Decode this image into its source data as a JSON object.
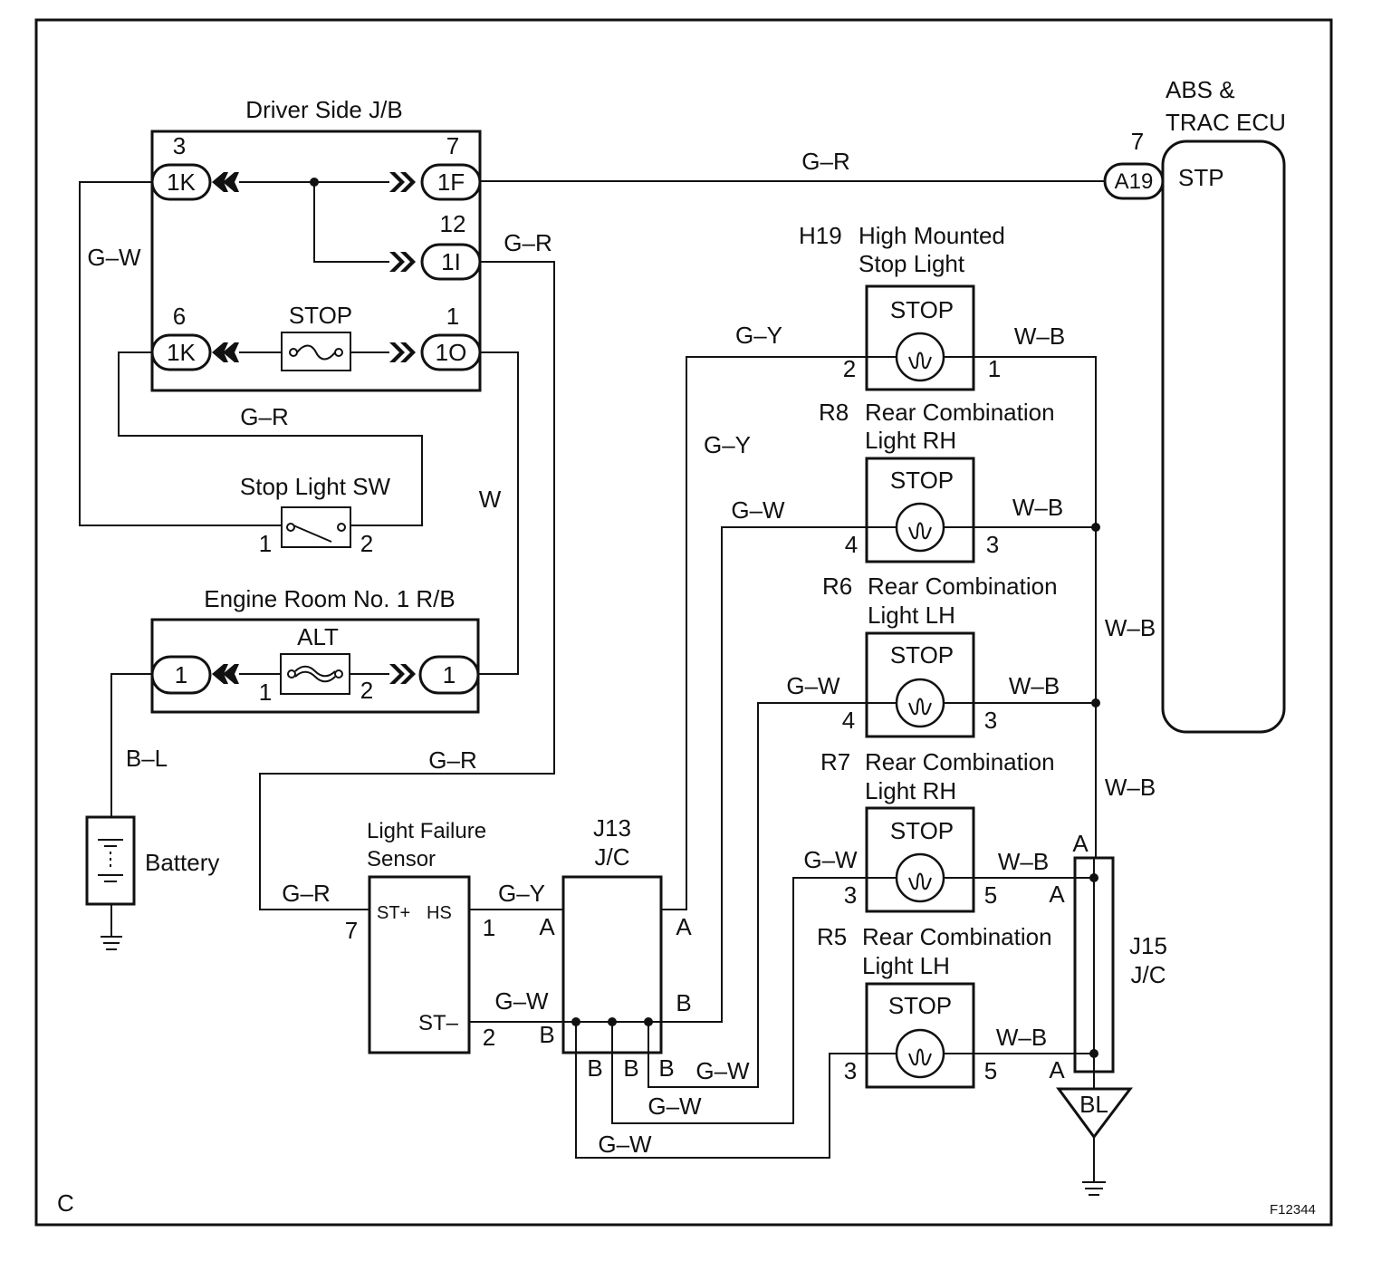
{
  "junction_block": {
    "title": "Driver Side J/B",
    "terminals": {
      "t1k_top": {
        "pin": "3",
        "label": "1K"
      },
      "t1f": {
        "pin": "7",
        "label": "1F"
      },
      "t1i": {
        "pin": "12",
        "label": "1I"
      },
      "t1k_bot": {
        "pin": "6",
        "label": "1K"
      },
      "t1o": {
        "pin": "1",
        "label": "1O"
      }
    },
    "fuse_label": "STOP"
  },
  "abs_ecu": {
    "title_line1": "ABS &",
    "title_line2": "TRAC ECU",
    "connector": "A19",
    "pin": "7",
    "terminal": "STP"
  },
  "stop_light_switch": {
    "label": "Stop Light SW",
    "pin1": "1",
    "pin2": "2"
  },
  "relay_block": {
    "title": "Engine Room No. 1 R/B",
    "fuse_label": "ALT",
    "left_terminal": "1",
    "right_terminal": "1",
    "fuse_pin1": "1",
    "fuse_pin2": "2"
  },
  "battery": {
    "label": "Battery"
  },
  "sensor": {
    "title_line1": "Light Failure",
    "title_line2": "Sensor",
    "st_plus": "ST+",
    "hs": "HS",
    "st_minus": "ST–",
    "pin_st_plus": "7",
    "pin_hs": "1",
    "pin_st_minus": "2"
  },
  "j13": {
    "title_line1": "J13",
    "title_line2": "J/C",
    "a": "A",
    "b": "B"
  },
  "j15": {
    "title_line1": "J15",
    "title_line2": "J/C",
    "a": "A"
  },
  "ground_label": "BL",
  "lamps": {
    "h19": {
      "code": "H19",
      "line1": "High Mounted",
      "line2": "Stop Light",
      "box": "STOP",
      "pin_in": "2",
      "pin_out": "1"
    },
    "r8": {
      "code": "R8",
      "line1": "Rear Combination",
      "line2": "Light RH",
      "box": "STOP",
      "pin_in": "4",
      "pin_out": "3"
    },
    "r6": {
      "code": "R6",
      "line1": "Rear Combination",
      "line2": "Light LH",
      "box": "STOP",
      "pin_in": "4",
      "pin_out": "3"
    },
    "r7": {
      "code": "R7",
      "line1": "Rear Combination",
      "line2": "Light RH",
      "box": "STOP",
      "pin_in": "3",
      "pin_out": "5"
    },
    "r5": {
      "code": "R5",
      "line1": "Rear Combination",
      "line2": "Light LH",
      "box": "STOP",
      "pin_in": "3",
      "pin_out": "5"
    }
  },
  "wire_colors": {
    "gr": "G–R",
    "gw": "G–W",
    "gy": "G–Y",
    "wb": "W–B",
    "w": "W",
    "bl": "B–L"
  },
  "corner_code": "C",
  "figure_id": "F12344"
}
